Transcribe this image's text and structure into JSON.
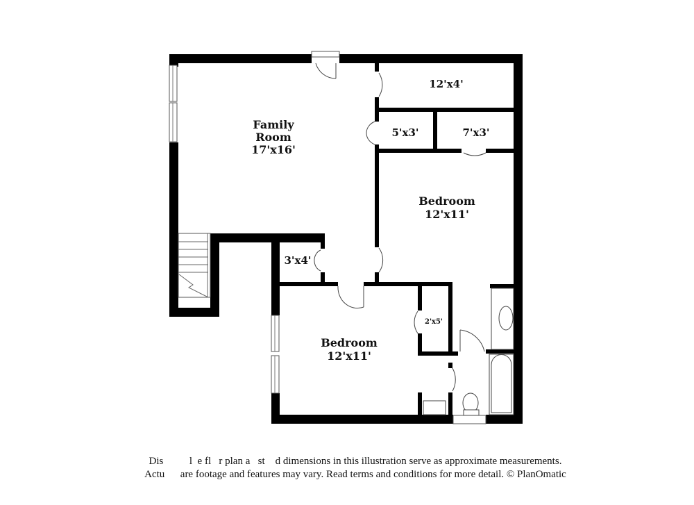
{
  "floorplan": {
    "rooms": [
      {
        "id": "family-room",
        "name": "Family",
        "name2": "Room",
        "dims": "17'x16'"
      },
      {
        "id": "storage-12x4",
        "dims": "12'x4'"
      },
      {
        "id": "closet-5x3",
        "dims": "5'x3'"
      },
      {
        "id": "closet-7x3",
        "dims": "7'x3'"
      },
      {
        "id": "bedroom-1",
        "name": "Bedroom",
        "dims": "12'x11'"
      },
      {
        "id": "closet-3x4",
        "dims": "3'x4'"
      },
      {
        "id": "bedroom-2",
        "name": "Bedroom",
        "dims": "12'x11'"
      },
      {
        "id": "closet-2x5",
        "dims": "2'x5'"
      }
    ],
    "colors": {
      "wall": "#000000",
      "background": "#ffffff",
      "text": "#111111"
    }
  },
  "disclaimer": {
    "line1": "Dis          l  e fl   r plan a   st    d dimensions in this illustration serve as approximate measurements.",
    "line2": "Actu      are footage and features may vary. Read terms and conditions for more detail. © PlanOmatic"
  }
}
